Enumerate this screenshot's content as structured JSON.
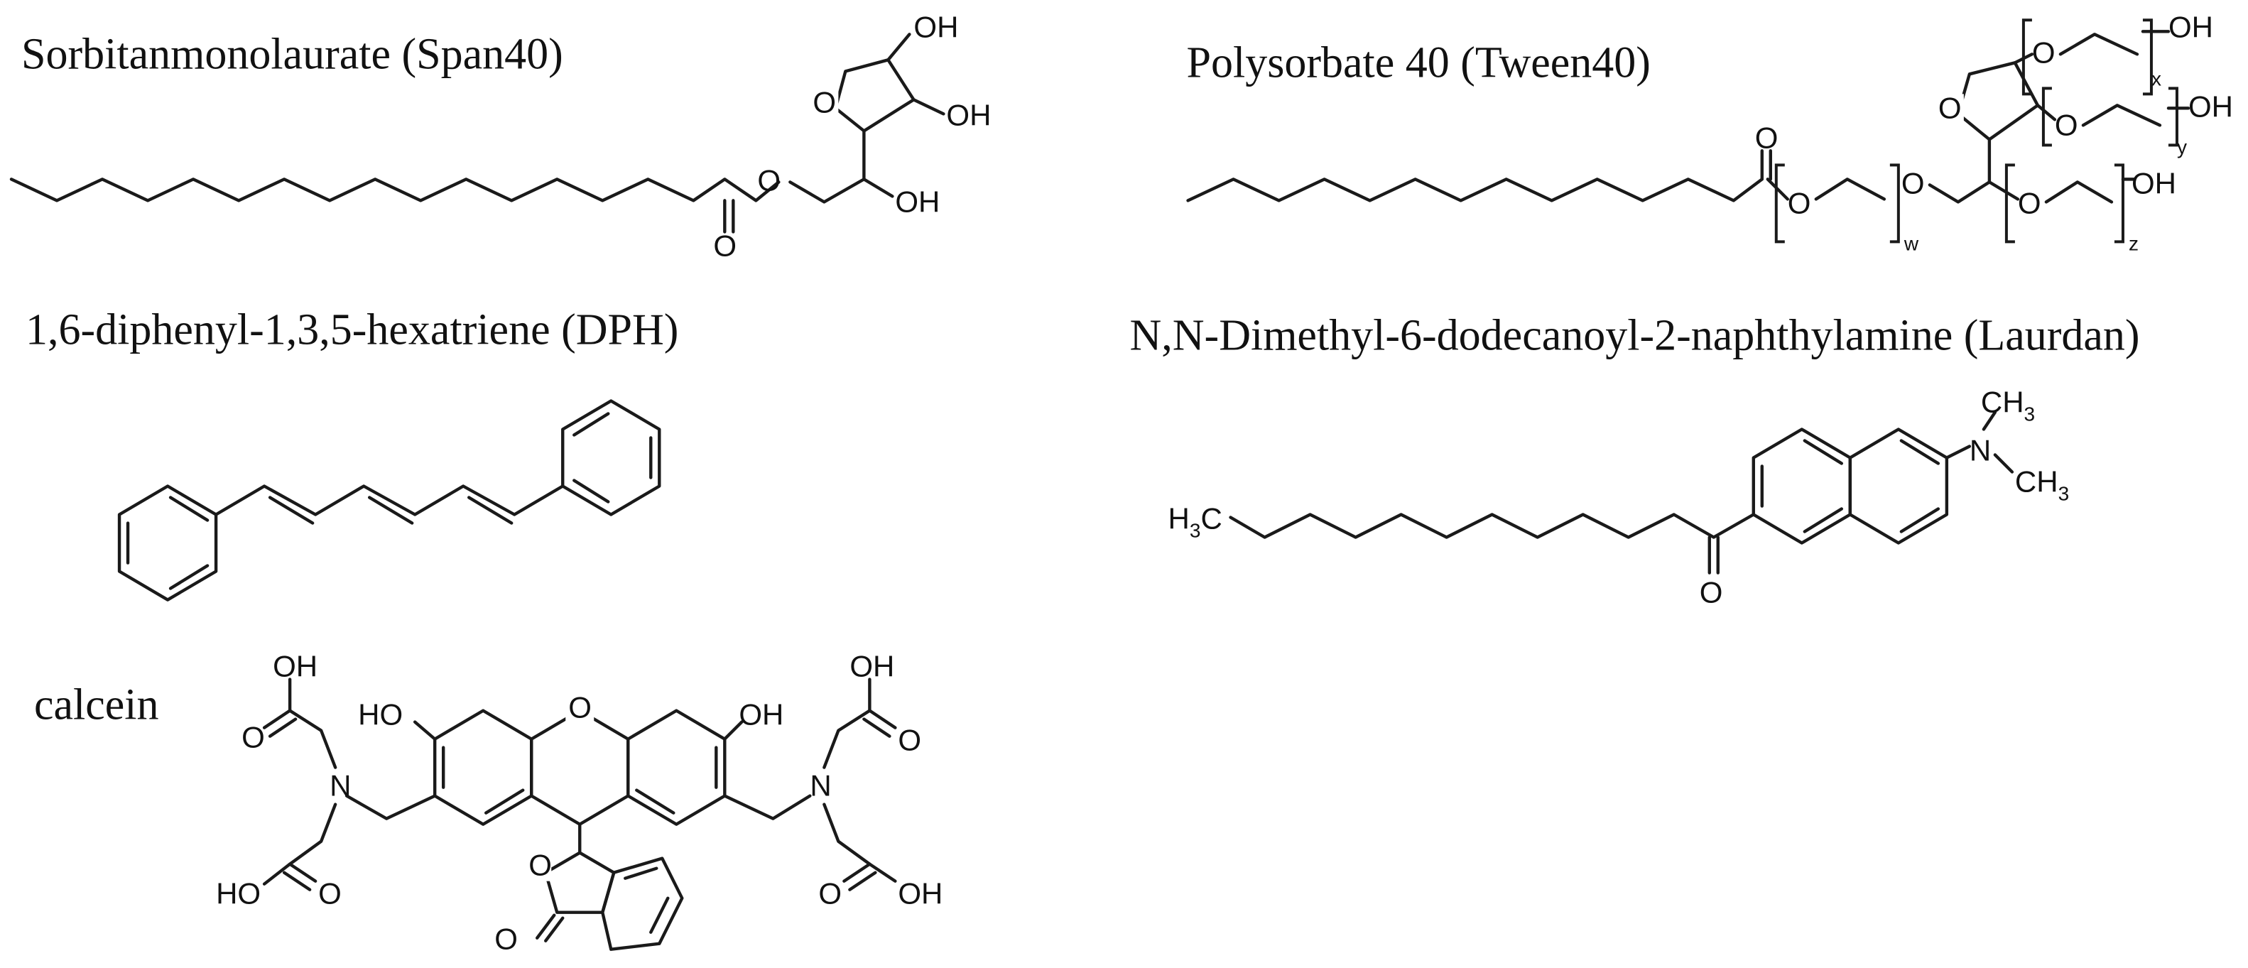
{
  "captions": {
    "span40": "Sorbitanmonolaurate (Span40)",
    "tween40": "Polysorbate 40 (Tween40)",
    "dph": "1,6-diphenyl-1,3,5-hexatriene (DPH)",
    "laurdan": "N,N-Dimethyl-6-dodecanoyl-2-naphthylamine (Laurdan)",
    "calcein": "calcein"
  },
  "labels": {
    "oh": "OH",
    "ho": "HO",
    "o": "O",
    "n": "N",
    "h3c_main": "H",
    "c_main": "C",
    "ch_main": "CH",
    "three": "3",
    "w": "w",
    "x": "x",
    "y": "y",
    "z": "z"
  }
}
